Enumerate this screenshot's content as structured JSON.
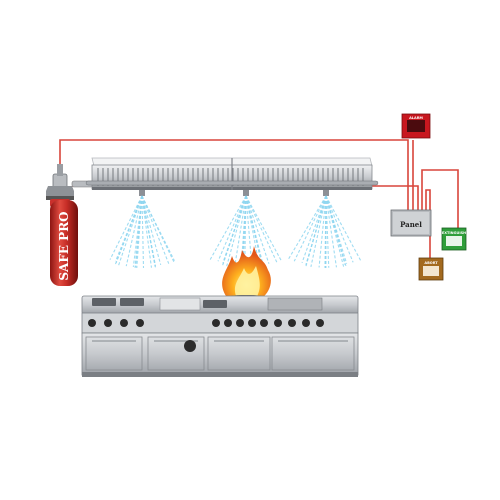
{
  "cylinder": {
    "brand": "SAFE PRO",
    "color": "#c9302c"
  },
  "devices": {
    "panel": {
      "label": "Panel"
    },
    "top_alarm": {
      "label": "ALARM"
    },
    "green_station": {
      "label": "EXTINGUISH"
    },
    "brown_station": {
      "label": "ABORT"
    }
  },
  "colors": {
    "pipe": "#d9453b",
    "steel": "#c7cace",
    "steel_dark": "#8d9096",
    "spray": "#56c0e6",
    "flame": "#f6a21e",
    "alarm_red": "#c8171f",
    "station_green": "#2f9e3a",
    "station_brown": "#a36a1f"
  },
  "footer": {
    "text": ""
  }
}
